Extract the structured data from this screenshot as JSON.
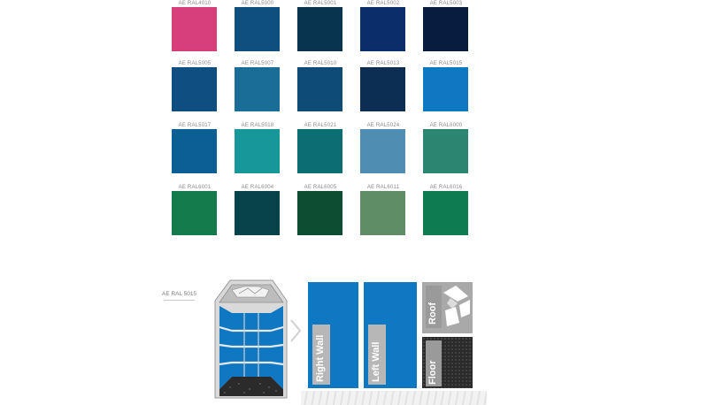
{
  "swatches": [
    {
      "code": "AE RAL4010",
      "color": "#d63f7a"
    },
    {
      "code": "AE RAL5000",
      "color": "#0f4f7f"
    },
    {
      "code": "AE RAL5001",
      "color": "#08344f"
    },
    {
      "code": "AE RAL5002",
      "color": "#0a2e6a"
    },
    {
      "code": "AE RAL5003",
      "color": "#071d3f"
    },
    {
      "code": "AE RAL5005",
      "color": "#0e4e80"
    },
    {
      "code": "AE RAL5007",
      "color": "#1a6d97"
    },
    {
      "code": "AE RAL5010",
      "color": "#0e4b75"
    },
    {
      "code": "AE RAL5013",
      "color": "#0c2e52"
    },
    {
      "code": "AE RAL5015",
      "color": "#0e78c3"
    },
    {
      "code": "AE RAL5017",
      "color": "#0b5f95"
    },
    {
      "code": "AE RAL5018",
      "color": "#179799"
    },
    {
      "code": "AE RAL5021",
      "color": "#0b6e73"
    },
    {
      "code": "AE RAL5024",
      "color": "#4f8db3"
    },
    {
      "code": "AE RAL6000",
      "color": "#2c8570"
    },
    {
      "code": "AE RAL6001",
      "color": "#137b4c"
    },
    {
      "code": "AE RAL6004",
      "color": "#08434c"
    },
    {
      "code": "AE RAL6005",
      "color": "#0d4d31"
    },
    {
      "code": "AE RAL6011",
      "color": "#5f8d66"
    },
    {
      "code": "AE RAL6016",
      "color": "#0f7b50"
    }
  ],
  "selection": {
    "code": "AE RAL 5015",
    "color": "#0e78c3"
  },
  "panels": {
    "right_wall": {
      "label": "Right Wall",
      "color": "#0e78c3"
    },
    "left_wall": {
      "label": "Left Wall",
      "color": "#0e78c3"
    },
    "roof": {
      "label": "Roof",
      "color": "#a9a9a9"
    },
    "floor": {
      "label": "Floor",
      "color": "#2b2b2b"
    }
  },
  "icons": {
    "roof_pattern": "geometric-ceiling-icon",
    "next_arrow": "chevron-right-icon"
  }
}
